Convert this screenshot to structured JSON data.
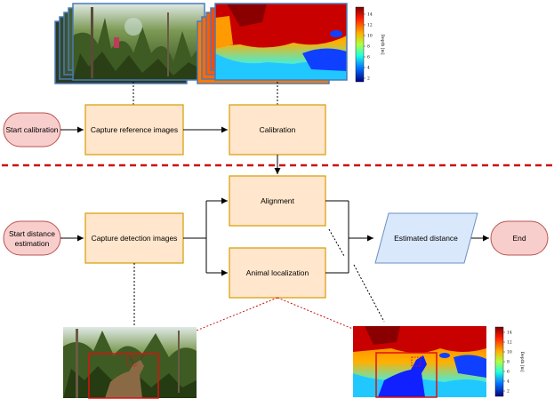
{
  "nodes": {
    "start_calibration": "Start calibration",
    "capture_reference": "Capture reference images",
    "calibration": "Calibration",
    "start_distance_line1": "Start distance",
    "start_distance_line2": "estimation",
    "capture_detection": "Capture detection images",
    "alignment": "Alignment",
    "animal_localization": "Animal localization",
    "estimated_distance": "Estimated distance",
    "end": "End"
  },
  "colorbar_top": {
    "label": "Depth [m]",
    "ticks": [
      "14",
      "12",
      "10",
      "8",
      "6",
      "4",
      "2"
    ]
  },
  "colorbar_bottom": {
    "label": "Depth [m]",
    "ticks": [
      "14",
      "12",
      "10",
      "8",
      "6",
      "4",
      "2"
    ]
  },
  "colors": {
    "start_end_fill": "#f8cecc",
    "start_end_stroke": "#b85450",
    "process_fill": "#ffe6cc",
    "process_stroke": "#d79b00",
    "data_fill": "#dae8fc",
    "data_stroke": "#6c8ebf",
    "divider": "#cc1111"
  }
}
